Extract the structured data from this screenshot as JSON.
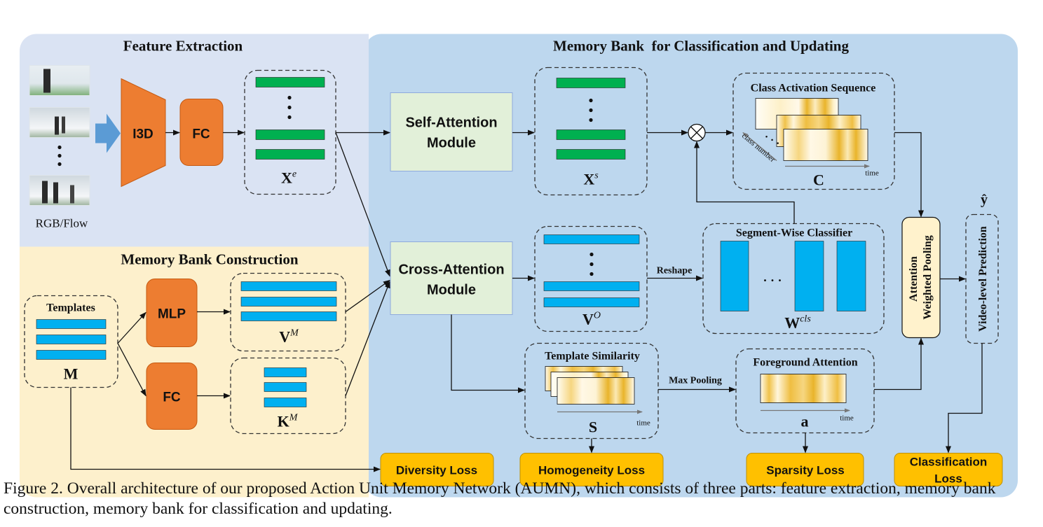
{
  "sections": {
    "feature_extraction": "Feature Extraction",
    "memory_bank_construction": "Memory Bank Construction",
    "memory_bank_classification": "Memory Bank  for Classification and Updating"
  },
  "inputs": {
    "label": "RGB/Flow"
  },
  "modules": {
    "i3d": "I3D",
    "fc_top": "FC",
    "mlp": "MLP",
    "fc_bottom": "FC",
    "self_attention_line1": "Self-Attention",
    "self_attention_line2": "Module",
    "cross_attention_line1": "Cross-Attention",
    "cross_attention_line2": "Module",
    "attention_pooling_line1": "Attention",
    "attention_pooling_line2": "Weighted Pooling",
    "video_level_prediction": "Video-level Prediction"
  },
  "symbols": {
    "xe_base": "X",
    "xe_sup": "e",
    "xs_base": "X",
    "xs_sup": "s",
    "vo_base": "V",
    "vo_sup": "O",
    "vm_base": "V",
    "vm_sup": "M",
    "km_base": "K",
    "km_sup": "M",
    "m": "M",
    "c": "C",
    "s": "S",
    "a": "a",
    "wcls_base": "W",
    "wcls_sup": "cls",
    "yhat": "ŷ"
  },
  "labels": {
    "templates": "Templates",
    "class_activation_sequence": "Class Activation Sequence",
    "class_number": "class number",
    "time": "time",
    "segment_wise_classifier": "Segment-Wise Classifier",
    "template_similarity": "Template Similarity",
    "foreground_attention": "Foreground Attention",
    "reshape": "Reshape",
    "max_pooling": "Max Pooling",
    "dots": "· · ·"
  },
  "losses": {
    "diversity": "Diversity Loss",
    "homogeneity": "Homogeneity Loss",
    "sparsity": "Sparsity Loss",
    "classification_line1": "Classification",
    "classification_line2": "Loss"
  },
  "caption": "Figure 2.  Overall architecture of our proposed Action Unit Memory Network (AUMN), which consists of three parts: feature extraction, memory bank construction, memory bank for classification and updating.",
  "colors": {
    "feature_bg": "#dae3f3",
    "construction_bg": "#fdf0cc",
    "memory_bg": "#bdd7ee",
    "orange": "#ed7d31",
    "green_feature": "#00b050",
    "blue_feature": "#00b0f0",
    "module_green": "#e2f0d9",
    "loss_yellow": "#ffc000",
    "pooling_fill": "#fff2cc",
    "arrow_blue": "#5b9bd5"
  }
}
